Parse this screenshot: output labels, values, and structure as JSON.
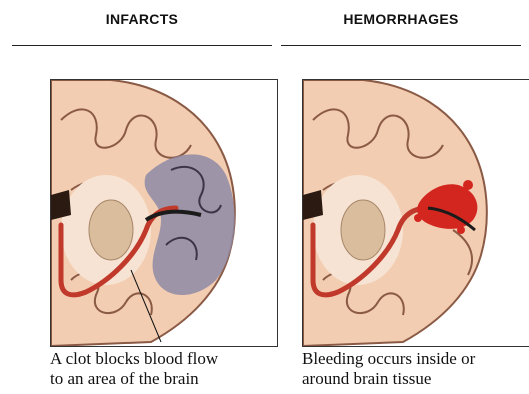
{
  "left": {
    "heading": "INFARCTS",
    "caption_line1": "A clot blocks blood flow",
    "caption_line2": "to an area of the brain"
  },
  "right": {
    "heading": "HEMORRHAGES",
    "caption_line1": "Bleeding occurs inside or",
    "caption_line2": "around brain tissue"
  },
  "colors": {
    "brain_tissue": "#f2cdb2",
    "cortex_outline": "#8a5a45",
    "white_matter": "#f7e3d3",
    "basal_ganglia": "#d9bd9c",
    "artery": "#c0392b",
    "infarct_zone": "#8e8aa6",
    "hemorrhage": "#d3261f"
  }
}
